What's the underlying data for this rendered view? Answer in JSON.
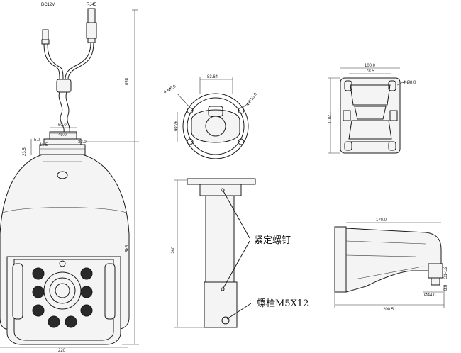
{
  "connectors": {
    "power": "DC12V",
    "network": "RJ45"
  },
  "camera": {
    "dims": {
      "total_height": "850",
      "body_height": "545",
      "width": "220",
      "flange_dia": "60.0",
      "flange_a": "49.0",
      "flange_b": "32.0",
      "t1": "5.0",
      "t2": "11.5",
      "t3": "23.5"
    }
  },
  "mount_top": {
    "dims": {
      "width": "83.64",
      "height": "47.86",
      "hole_left": "4-M6.0",
      "hole_right": "4-R10.0"
    }
  },
  "pole": {
    "dims": {
      "height": "260"
    },
    "callout_screw": "紧定螺钉",
    "callout_bolt": "螺栓M5X12"
  },
  "bracket_back": {
    "dims": {
      "outer_w": "100.0",
      "inner_w": "78.5",
      "height": "120.0",
      "hole": "4-Ø8.0"
    }
  },
  "bracket_side": {
    "dims": {
      "top_len": "170.0",
      "total_len": "200.5",
      "tube_dia": "Ø44.0",
      "thread": "G1-1/2",
      "offset": "8.8"
    }
  }
}
